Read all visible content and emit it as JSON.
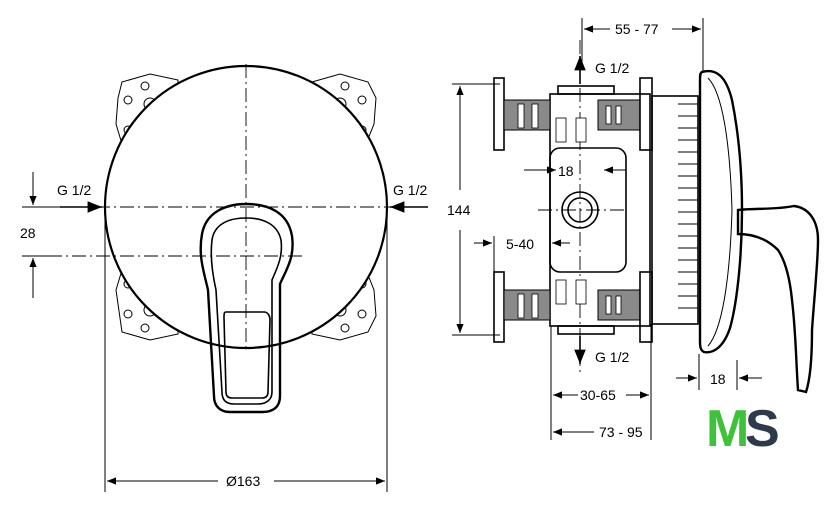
{
  "front_view": {
    "inlet_left_label": "G 1/2",
    "inlet_right_label": "G 1/2",
    "offset_dim": "28",
    "diameter_dim": "Ø163"
  },
  "side_view": {
    "depth_total_dim": "55 - 77",
    "outlet_top_label": "G 1/2",
    "outlet_bottom_label": "G 1/2",
    "height_dim": "144",
    "inner_18_dim": "18",
    "range_5_40_dim": "5-40",
    "range_30_65_dim": "30-65",
    "range_73_95_dim": "73 - 95",
    "plate_18_dim": "18"
  },
  "logo": {
    "m": "M",
    "s": "S",
    "m_color": "#3fc23a",
    "s_color": "#2e3a4a"
  }
}
